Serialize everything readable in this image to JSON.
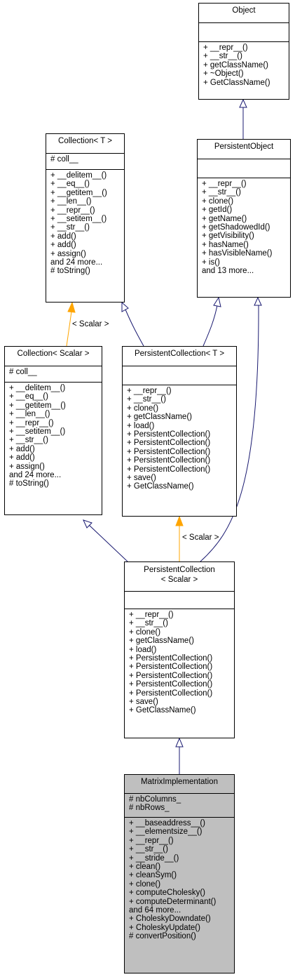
{
  "nodes": {
    "object": {
      "title": "Object",
      "attributes": [],
      "methods": [
        "+ __repr__()",
        "+ __str__()",
        "+ getClassName()",
        "+ ~Object()",
        "+ GetClassName()"
      ]
    },
    "persistent_object": {
      "title": "PersistentObject",
      "attributes": [],
      "methods": [
        "+ __repr__()",
        "+ __str__()",
        "+ clone()",
        "+ getId()",
        "+ getName()",
        "+ getShadowedId()",
        "+ getVisibility()",
        "+ hasName()",
        "+ hasVisibleName()",
        "+ is()",
        "and 13 more..."
      ]
    },
    "collection_t": {
      "title": "Collection< T >",
      "attributes": [
        "# coll__"
      ],
      "methods": [
        "+ __delitem__()",
        "+ __eq__()",
        "+ __getitem__()",
        "+ __len__()",
        "+ __repr__()",
        "+ __setitem__()",
        "+ __str__()",
        "+ add()",
        "+ add()",
        "+ assign()",
        "and 24 more...",
        "# toString()"
      ]
    },
    "collection_scalar": {
      "title": "Collection< Scalar >",
      "attributes": [
        "# coll__"
      ],
      "methods": [
        "+ __delitem__()",
        "+ __eq__()",
        "+ __getitem__()",
        "+ __len__()",
        "+ __repr__()",
        "+ __setitem__()",
        "+ __str__()",
        "+ add()",
        "+ add()",
        "+ assign()",
        "and 24 more...",
        "# toString()"
      ]
    },
    "persistent_collection_t": {
      "title": "PersistentCollection< T >",
      "attributes": [],
      "methods": [
        "+ __repr__()",
        "+ __str__()",
        "+ clone()",
        "+ getClassName()",
        "+ load()",
        "+ PersistentCollection()",
        "+ PersistentCollection()",
        "+ PersistentCollection()",
        "+ PersistentCollection()",
        "+ PersistentCollection()",
        "+ save()",
        "+ GetClassName()"
      ]
    },
    "persistent_collection_scalar": {
      "title_line1": "PersistentCollection",
      "title_line2": "< Scalar >",
      "attributes": [],
      "methods": [
        "+ __repr__()",
        "+ __str__()",
        "+ clone()",
        "+ getClassName()",
        "+ load()",
        "+ PersistentCollection()",
        "+ PersistentCollection()",
        "+ PersistentCollection()",
        "+ PersistentCollection()",
        "+ PersistentCollection()",
        "+ save()",
        "+ GetClassName()"
      ]
    },
    "matrix_implementation": {
      "title": "MatrixImplementation",
      "attributes": [
        "# nbColumns_",
        "# nbRows_"
      ],
      "methods": [
        "+ __baseaddress__()",
        "+ __elementsize__()",
        "+ __repr__()",
        "+ __str__()",
        "+ __stride__()",
        "+ clean()",
        "+ cleanSym()",
        "+ clone()",
        "+ computeCholesky()",
        "+ computeDeterminant()",
        "and 64 more...",
        "+ CholeskyDowndate()",
        "+ CholeskyUpdate()",
        "# convertPosition()"
      ]
    }
  },
  "edge_labels": {
    "collection_template": "< Scalar >",
    "persistent_collection_template": "< Scalar >"
  },
  "colors": {
    "inheritance": "#191970",
    "template_instance": "#ffa500",
    "highlight_fill": "#bfbfbf"
  }
}
